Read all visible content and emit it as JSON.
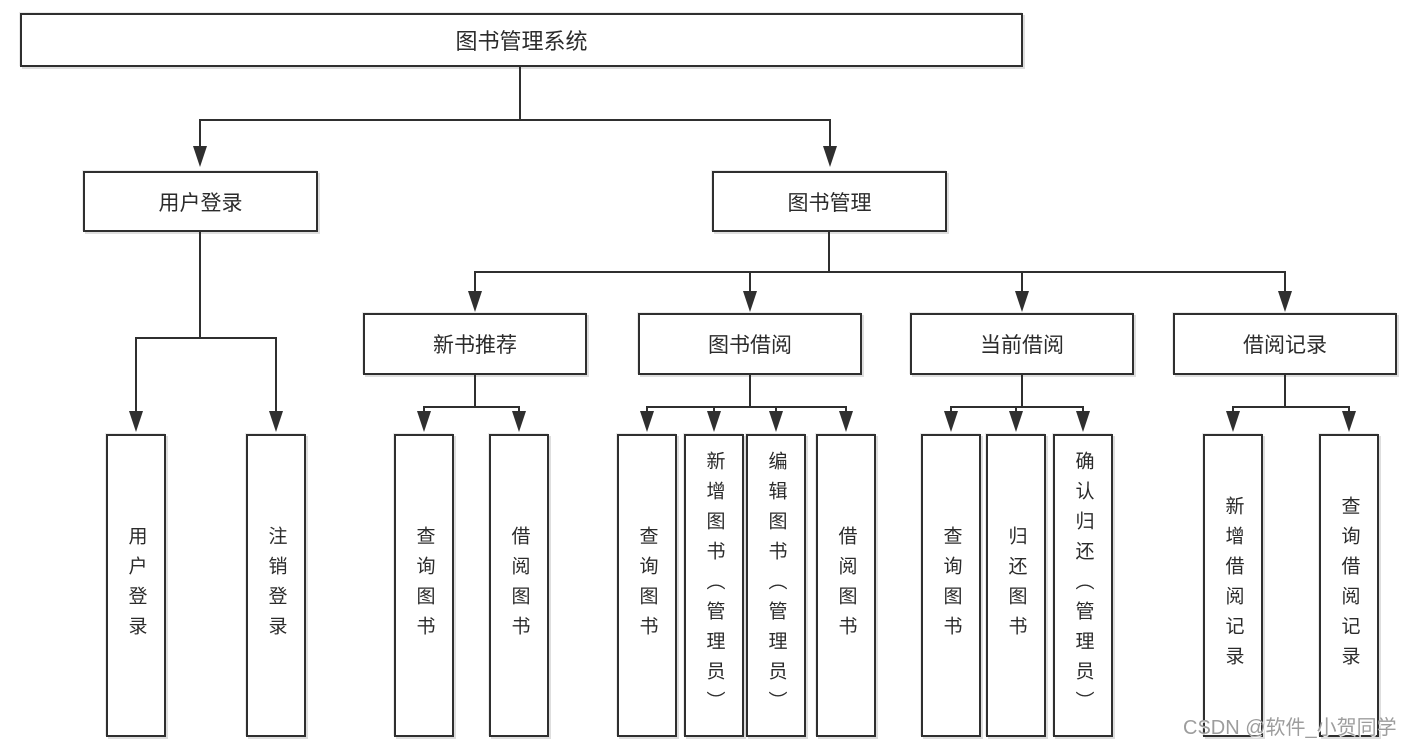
{
  "root": {
    "label": "图书管理系统"
  },
  "level2": [
    {
      "id": "user-login",
      "label": "用户登录"
    },
    {
      "id": "book-mgmt",
      "label": "图书管理"
    }
  ],
  "level3": [
    {
      "id": "new-book-recommend",
      "label": "新书推荐"
    },
    {
      "id": "book-borrow",
      "label": "图书借阅"
    },
    {
      "id": "current-borrow",
      "label": "当前借阅"
    },
    {
      "id": "borrow-records",
      "label": "借阅记录"
    }
  ],
  "leaves": {
    "user_login": [
      "用户登录",
      "注销登录"
    ],
    "new_book_rec": [
      "查询图书",
      "借阅图书"
    ],
    "book_borrow": [
      "查询图书",
      "新增图书（管理员）",
      "编辑图书（管理员）",
      "借阅图书"
    ],
    "current_borrow": [
      "查询图书",
      "归还图书",
      "确认归还（管理员）"
    ],
    "borrow_records": [
      "新增借阅记录",
      "查询借阅记录"
    ]
  },
  "watermark": "CSDN @软件_小贺同学",
  "colors": {
    "line": "#2f2f2f",
    "text": "#2b2b2b",
    "box_background": "#ffffff",
    "watermark": "#9d9d9d"
  }
}
